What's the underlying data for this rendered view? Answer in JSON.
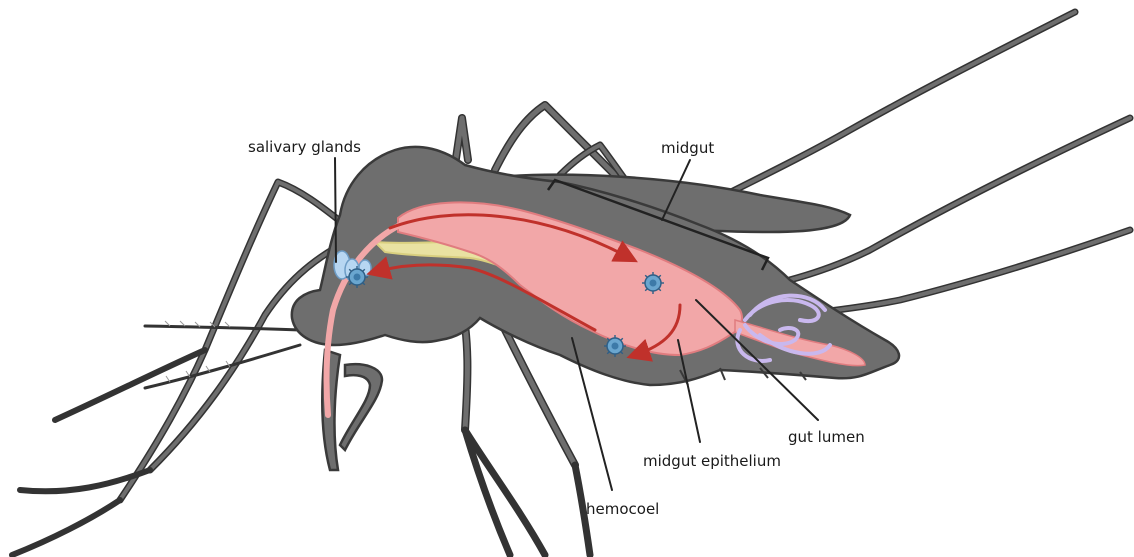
{
  "labels": {
    "salivary_glands": "salivary glands",
    "midgut": "midgut",
    "gut_lumen": "gut lumen",
    "midgut_epithelium": "midgut epithelium",
    "hemocoel": "hemocoel"
  },
  "colors": {
    "body": "#6e6e6e",
    "outline": "#3a3a3a",
    "gut": "#f2a7a8",
    "gut_outline": "#e07c7f",
    "fat_body": "#e9e2a2",
    "arrow": "#c0312b",
    "virus": "#6aa6cf",
    "malpighian": "#c9b8ee",
    "salivary": "#b7d6f2"
  }
}
